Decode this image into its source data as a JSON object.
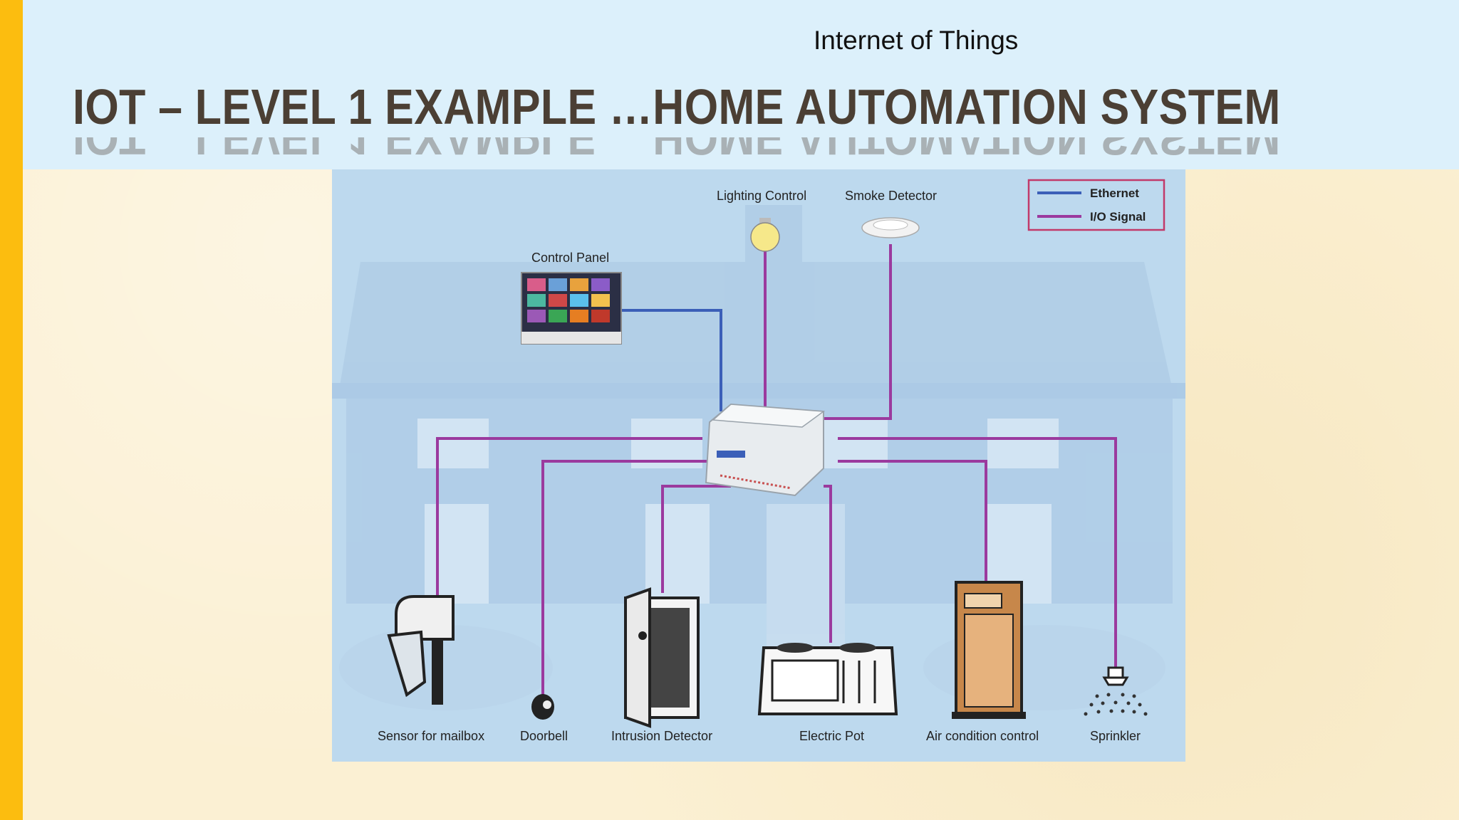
{
  "slide": {
    "subtitle": "Internet of Things",
    "title": "IOT – LEVEL 1 EXAMPLE …HOME AUTOMATION  SYSTEM",
    "accent_color": "#fcbd0f",
    "header_bg": "#dcf0fb"
  },
  "diagram": {
    "legend": {
      "ethernet": "Ethernet",
      "io_signal": "I/O Signal",
      "ethernet_color": "#3b5fb8",
      "io_color": "#9b3a9e"
    },
    "nodes": {
      "control_panel": "Control Panel",
      "lighting_control": "Lighting Control",
      "smoke_detector": "Smoke Detector",
      "mailbox_sensor": "Sensor for mailbox",
      "doorbell": "Doorbell",
      "intrusion_detector": "Intrusion Detector",
      "electric_pot": "Electric Pot",
      "air_condition": "Air condition control",
      "sprinkler": "Sprinkler"
    }
  }
}
